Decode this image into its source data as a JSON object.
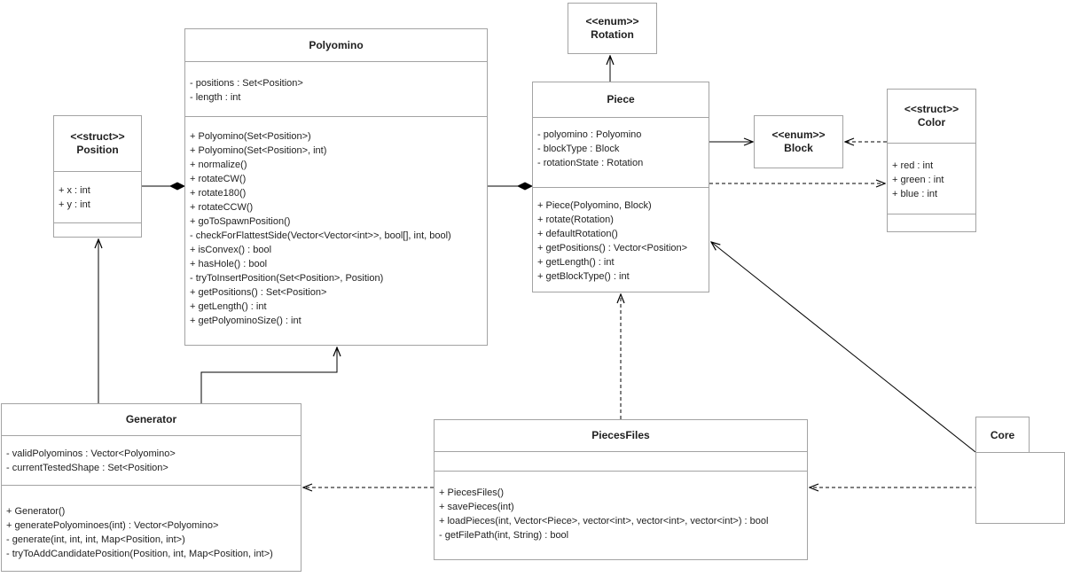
{
  "colors": {
    "box_border": "#a3a3a3",
    "connector": "#000000",
    "text": "#1f1f1f",
    "background": "#ffffff"
  },
  "classes": {
    "polyomino": {
      "title": "Polyomino",
      "attributes": [
        "- positions : Set<Position>",
        "- length : int"
      ],
      "methods": [
        "+ Polyomino(Set<Position>)",
        "+ Polyomino(Set<Position>, int)",
        "+ normalize()",
        "+ rotateCW()",
        "+ rotate180()",
        "+ rotateCCW()",
        "+ goToSpawnPosition()",
        "- checkForFlattestSide(Vector<Vector<int>>, bool[], int, bool)",
        "+ isConvex() : bool",
        "+ hasHole() : bool",
        "- tryToInsertPosition(Set<Position>, Position)",
        "+ getPositions() : Set<Position>",
        "+ getLength() : int",
        "+ getPolyominoSize() : int"
      ]
    },
    "position": {
      "stereotype": "<<struct>>",
      "title": "Position",
      "attributes": [
        "+ x : int",
        "+ y : int"
      ]
    },
    "rotation": {
      "stereotype": "<<enum>>",
      "title": "Rotation"
    },
    "piece": {
      "title": "Piece",
      "attributes": [
        "- polyomino : Polyomino",
        "- blockType : Block",
        "- rotationState : Rotation"
      ],
      "methods": [
        "+ Piece(Polyomino, Block)",
        "+ rotate(Rotation)",
        "+ defaultRotation()",
        "+ getPositions() : Vector<Position>",
        "+ getLength() : int",
        "+ getBlockType() : int"
      ]
    },
    "block": {
      "stereotype": "<<enum>>",
      "title": "Block"
    },
    "color": {
      "stereotype": "<<struct>>",
      "title": "Color",
      "attributes": [
        "+ red : int",
        "+ green : int",
        "+ blue : int"
      ]
    },
    "generator": {
      "title": "Generator",
      "attributes": [
        "- validPolyominos : Vector<Polyomino>",
        "- currentTestedShape : Set<Position>"
      ],
      "methods": [
        "+ Generator()",
        "+ generatePolyominoes(int) : Vector<Polyomino>",
        "- generate(int, int, int, Map<Position, int>)",
        "- tryToAddCandidatePosition(Position, int, Map<Position, int>)"
      ]
    },
    "piecesfiles": {
      "title": "PiecesFiles",
      "methods": [
        "+ PiecesFiles()",
        "+ savePieces(int)",
        "+ loadPieces(int, Vector<Piece>, vector<int>, vector<int>, vector<int>) : bool",
        "- getFilePath(int, String) : bool"
      ]
    },
    "core": {
      "title": "Core"
    }
  },
  "relationships": [
    {
      "from": "Polyomino",
      "to": "Position",
      "type": "composition"
    },
    {
      "from": "Piece",
      "to": "Polyomino",
      "type": "composition"
    },
    {
      "from": "Piece",
      "to": "Rotation",
      "type": "association"
    },
    {
      "from": "Piece",
      "to": "Block",
      "type": "association"
    },
    {
      "from": "Color",
      "to": "Block",
      "type": "dependency"
    },
    {
      "from": "Piece",
      "to": "Color",
      "type": "dependency"
    },
    {
      "from": "Generator",
      "to": "Position",
      "type": "association"
    },
    {
      "from": "Generator",
      "to": "Polyomino",
      "type": "association"
    },
    {
      "from": "PiecesFiles",
      "to": "Piece",
      "type": "dependency"
    },
    {
      "from": "Core",
      "to": "Piece",
      "type": "association"
    },
    {
      "from": "PiecesFiles",
      "to": "Generator",
      "type": "dependency"
    },
    {
      "from": "Core",
      "to": "PiecesFiles",
      "type": "dependency"
    }
  ]
}
